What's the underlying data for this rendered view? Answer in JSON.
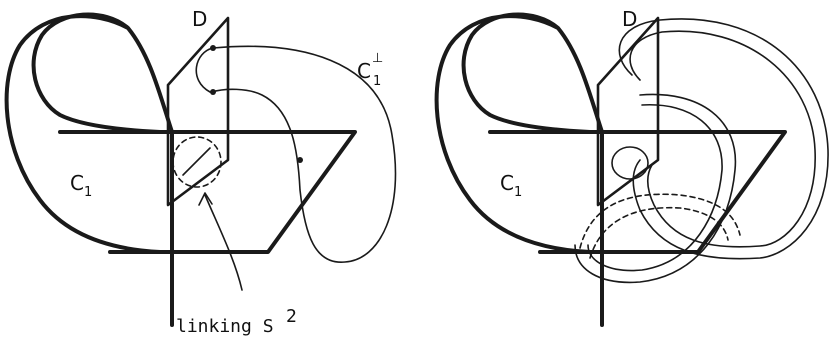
{
  "left_panel": {
    "label_D": "D",
    "label_C1": "C",
    "label_C1_sub": "1",
    "label_C1perp": "C",
    "label_C1perp_sub": "1",
    "label_C1perp_sup": "⊥",
    "annotation": "linking S",
    "annotation_sup": "2"
  },
  "right_panel": {
    "label_D": "D",
    "label_C1": "C",
    "label_C1_sub": "1"
  }
}
